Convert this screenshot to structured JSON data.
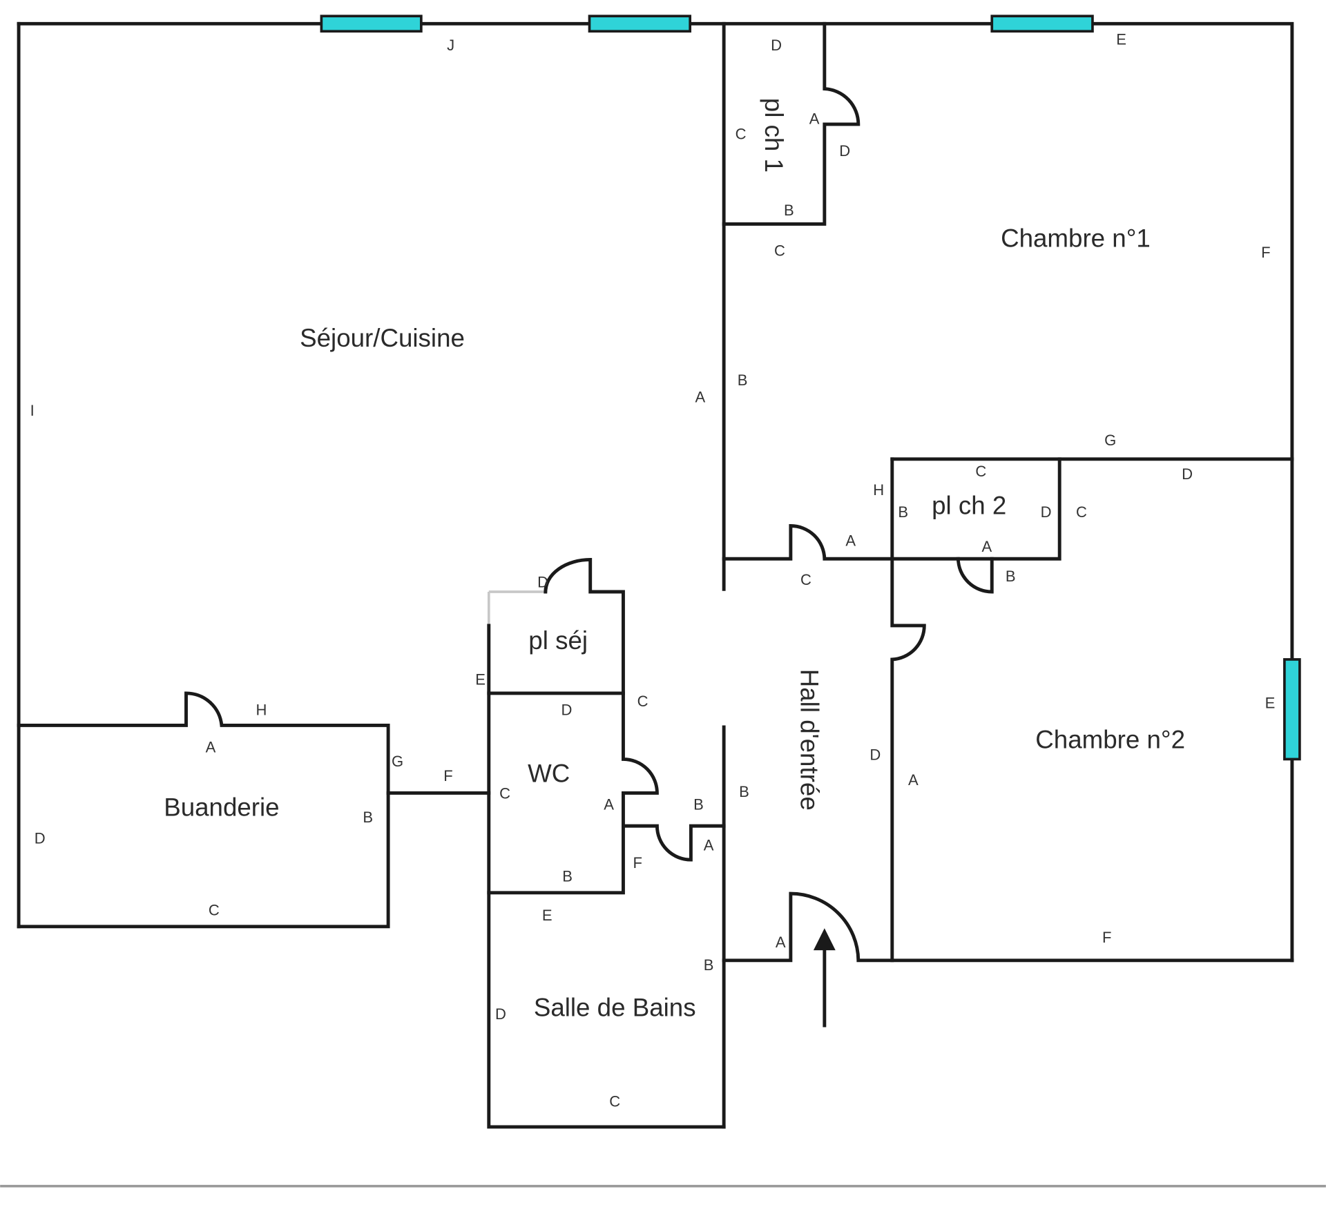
{
  "colors": {
    "walls": "#1a1a1a",
    "windows": "#2fd3d8"
  },
  "rooms": {
    "sejour": "Séjour/Cuisine",
    "chambre1": "Chambre n°1",
    "pl_ch1": "pl ch 1",
    "pl_ch2": "pl ch 2",
    "pl_sej": "pl séj",
    "wc": "WC",
    "buanderie": "Buanderie",
    "chambre2": "Chambre n°2",
    "hall": "Hall d'entrée",
    "salle_de_bains": "Salle de Bains"
  },
  "wall_labels": [
    "J",
    "D",
    "E",
    "A",
    "C",
    "D",
    "B",
    "C",
    "F",
    "I",
    "A",
    "B",
    "G",
    "C",
    "D",
    "H",
    "B",
    "D",
    "C",
    "A",
    "A",
    "B",
    "C",
    "D",
    "E",
    "C",
    "D",
    "H",
    "E",
    "A",
    "G",
    "F",
    "C",
    "A",
    "B",
    "B",
    "D",
    "A",
    "B",
    "D",
    "A",
    "F",
    "B",
    "C",
    "E",
    "A",
    "B",
    "F",
    "D",
    "C"
  ]
}
